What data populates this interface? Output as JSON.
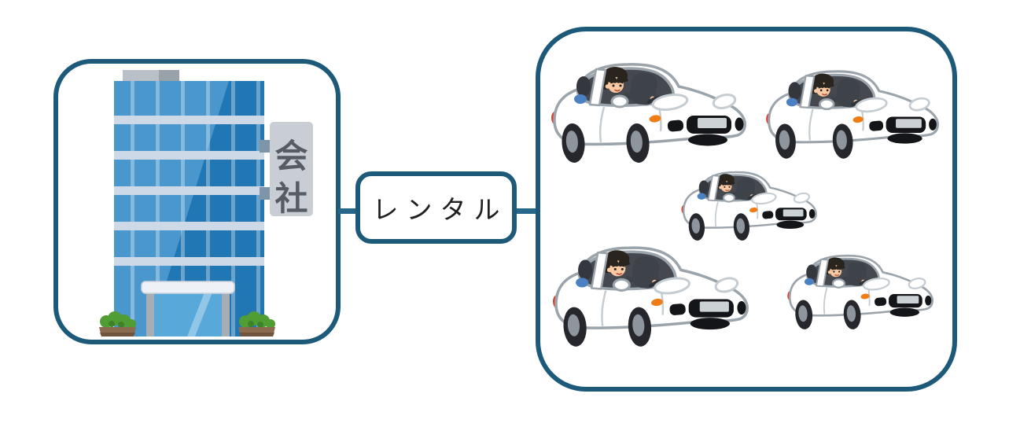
{
  "diagram": {
    "company_node": {
      "illustration": "office-building-illustration",
      "sign_label": "会社",
      "sign_chars": [
        "会",
        "社"
      ]
    },
    "relation": {
      "label": "レンタル"
    },
    "fleet_node": {
      "illustration": "car-with-driver-illustration",
      "car_count": 5
    }
  },
  "colors": {
    "box_border": "#1d5979",
    "connector": "#27678a",
    "building_blue_light": "#4a97cd",
    "building_blue_dark": "#2176b4",
    "floor_band": "#cdd9e6",
    "entrance_glass": "#58a8da",
    "sign_background": "#c9ced4",
    "sign_text": "#565b64",
    "car_outline": "#9ba3ab",
    "car_interior": "#45494f",
    "blinker_orange": "#ee7d18",
    "taillight_red": "#dc3e2c",
    "bush_green": "#4f9d33",
    "planter_brown": "#8a6b50"
  }
}
